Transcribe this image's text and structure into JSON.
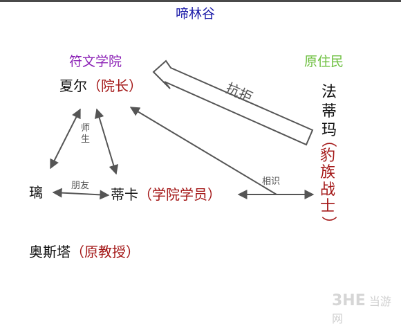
{
  "title": "啼林谷",
  "faction_academy": "符文学院",
  "faction_natives": "原住民",
  "nodes": {
    "xiaer": {
      "name": "夏尔",
      "role": "（院长）"
    },
    "li": {
      "name": "璃"
    },
    "dika": {
      "name": "蒂卡",
      "role": "（学院学员）"
    },
    "aosita": {
      "name": "奥斯塔",
      "role": "（原教授）"
    },
    "fadima": {
      "name": [
        "法",
        "蒂",
        "玛"
      ],
      "role": [
        "（",
        "豹",
        "族",
        "战",
        "士",
        "）"
      ]
    }
  },
  "relations": {
    "teacher": [
      "师",
      "生"
    ],
    "friends": "朋友",
    "acquainted": "相识",
    "resist": "抗拒"
  },
  "watermark": {
    "logo": "3HE",
    "site": "当游网"
  },
  "colors": {
    "title": "#1a1aa8",
    "academy": "#8a1fb5",
    "natives": "#6cbf3e",
    "role": "#a31616",
    "arrow": "#555555"
  }
}
